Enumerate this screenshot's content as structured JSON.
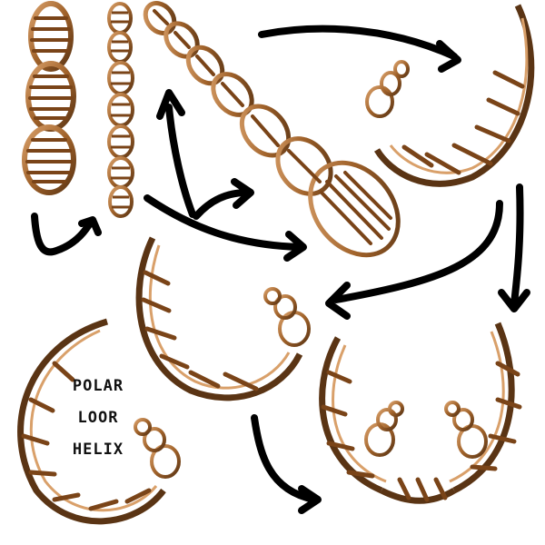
{
  "labels": {
    "line1": "POLAR",
    "line2": "LOOR",
    "line3": "HELIX"
  },
  "colors": {
    "strand": "#a0622a",
    "strand_dark": "#5a3414",
    "strand_light": "#d9a06a",
    "rung": "#7a4418",
    "arrow": "#000000",
    "background": "#ffffff"
  },
  "stages": [
    {
      "id": "long-helix",
      "shape": "double helix, 3 large lobes"
    },
    {
      "id": "tight-helix",
      "shape": "double helix, 7 small lobes"
    },
    {
      "id": "diagonal-helix",
      "shape": "double helix of growing lobes"
    },
    {
      "id": "hook-helix",
      "shape": "hook / J shape with small coiled tip"
    },
    {
      "id": "open-hook",
      "shape": "open hook with coiled tip"
    },
    {
      "id": "polar-loop",
      "shape": "curled loop"
    },
    {
      "id": "twin-hook",
      "shape": "mirrored pair of hooks"
    }
  ]
}
